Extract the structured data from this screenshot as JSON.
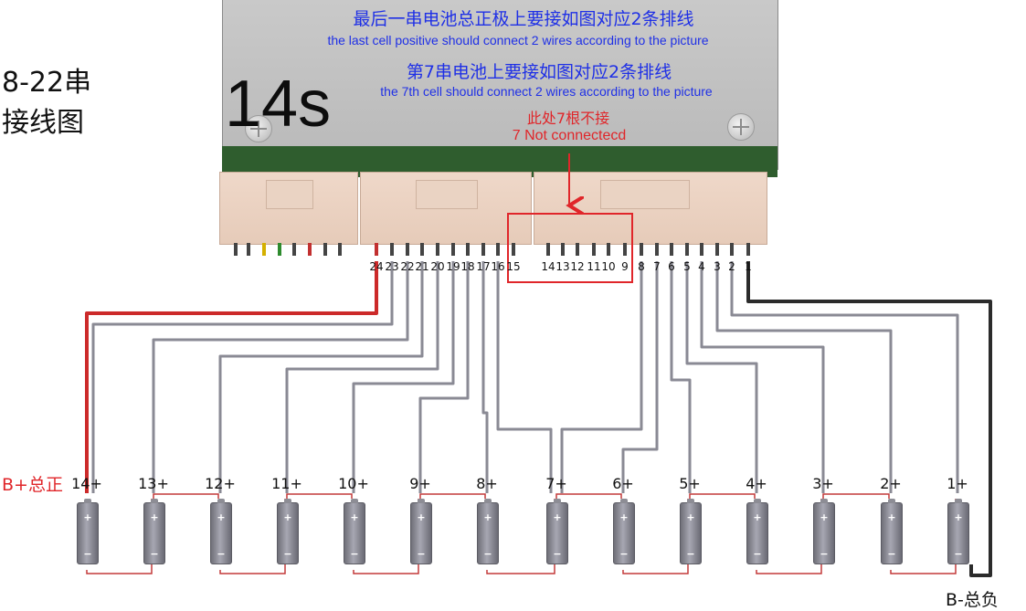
{
  "side_title": {
    "line1": "8-22串",
    "line2": "接线图"
  },
  "board": {
    "series_label": "14s",
    "note_last_cell_zh": "最后一串电池总正极上要接如图对应2条排线",
    "note_last_cell_en": "the last cell positive should connect 2 wires according to the picture",
    "note_7th_cell_zh": "第7串电池上要接如图对应2条排线",
    "note_7th_cell_en": "the 7th cell should connect 2 wires according to the picture",
    "not_connected_zh": "此处7根不接",
    "not_connected_en": "7 Not connectecd"
  },
  "pins": [
    "24",
    "23",
    "22",
    "21",
    "20",
    "19",
    "18",
    "17",
    "16",
    "15",
    "14",
    "13",
    "12",
    "11",
    "10",
    "9",
    "8",
    "7",
    "6",
    "5",
    "4",
    "3",
    "2",
    "1"
  ],
  "cells": [
    "14+",
    "13+",
    "12+",
    "11+",
    "10+",
    "9+",
    "8+",
    "7+",
    "6+",
    "5+",
    "4+",
    "3+",
    "2+",
    "1+"
  ],
  "cell_signs": {
    "positive": "+",
    "negative": "−"
  },
  "total_positive": "B+总正",
  "total_negative": "B-总负",
  "colors": {
    "blue_text": "#1f30e6",
    "red_text": "#e0262a",
    "red_wire": "#cc2a2a",
    "black_wire": "#2b2b2b",
    "gray_wire": "#8a8a94",
    "series_link": "#c43a3a"
  }
}
